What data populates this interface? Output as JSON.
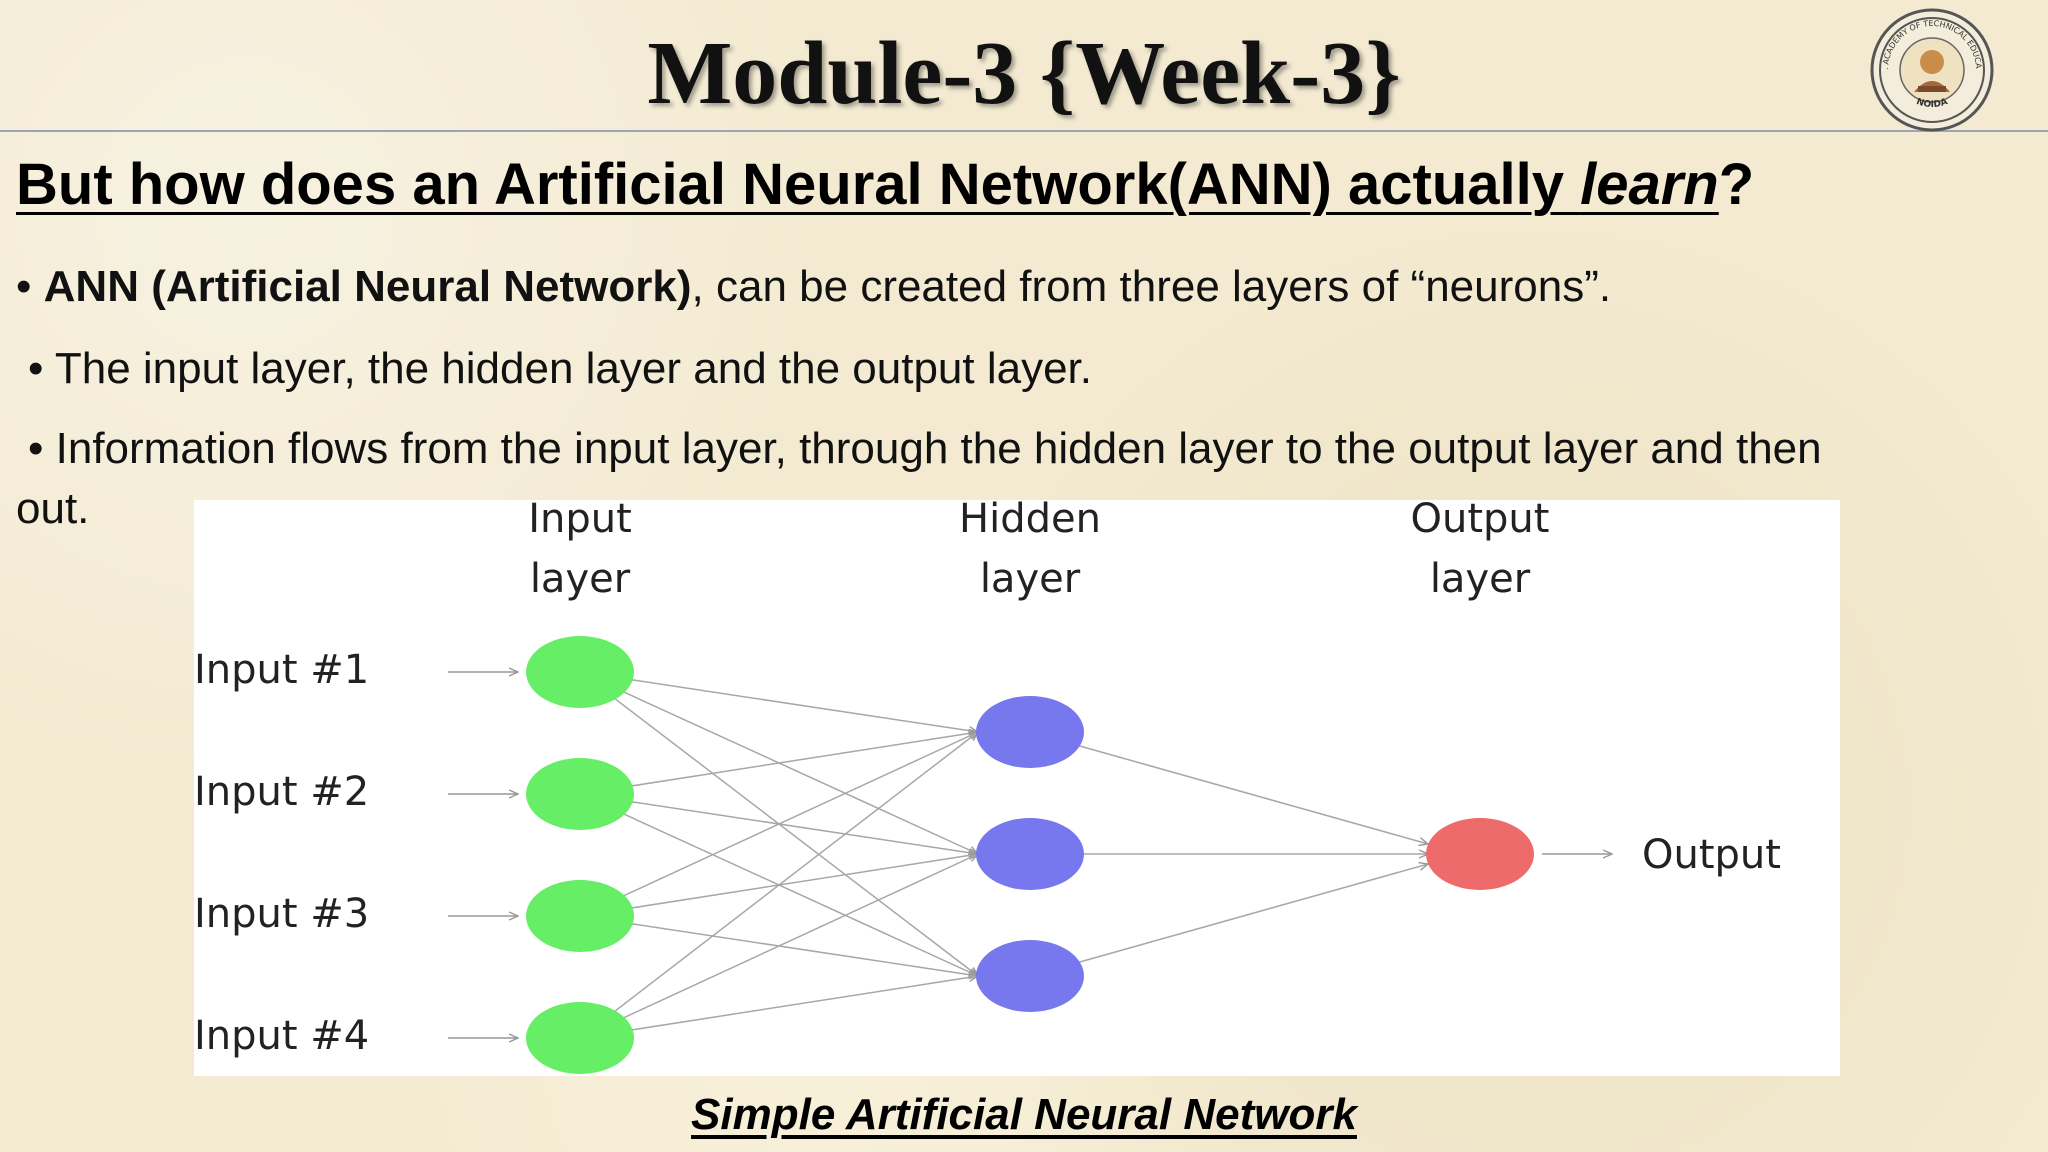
{
  "slide": {
    "title": "Module-3 {Week-3}",
    "logo": {
      "icon": "college-seal-icon",
      "text_top": "J.S.S. ACADEMY OF TECHNICAL EDUCATION",
      "text_bottom": "NOIDA"
    },
    "heading": {
      "main": "But how does an Artificial Neural Network(ANN) actually ",
      "emphasis": "learn",
      "end": "?"
    },
    "bullets": [
      {
        "marker": "•",
        "bold": "ANN (Artificial Neural Network)",
        "text": ", can be created from three layers of “neurons”."
      },
      {
        "marker": "•",
        "text": "The input layer, the hidden layer and the output layer."
      },
      {
        "marker": "•",
        "text": "Information flows from the input layer, through the hidden layer to the output layer and then",
        "continuation": "out."
      }
    ],
    "caption": "Simple Artificial Neural Network"
  },
  "diagram": {
    "layers": [
      {
        "name_line1": "Input",
        "name_line2": "layer",
        "color": "#66ee66",
        "nodes": 4
      },
      {
        "name_line1": "Hidden",
        "name_line2": "layer",
        "color": "#7777ee",
        "nodes": 3
      },
      {
        "name_line1": "Output",
        "name_line2": "layer",
        "color": "#ee6b6b",
        "nodes": 1
      }
    ],
    "input_labels": [
      "Input #1",
      "Input #2",
      "Input #3",
      "Input #4"
    ],
    "output_label": "Output"
  }
}
